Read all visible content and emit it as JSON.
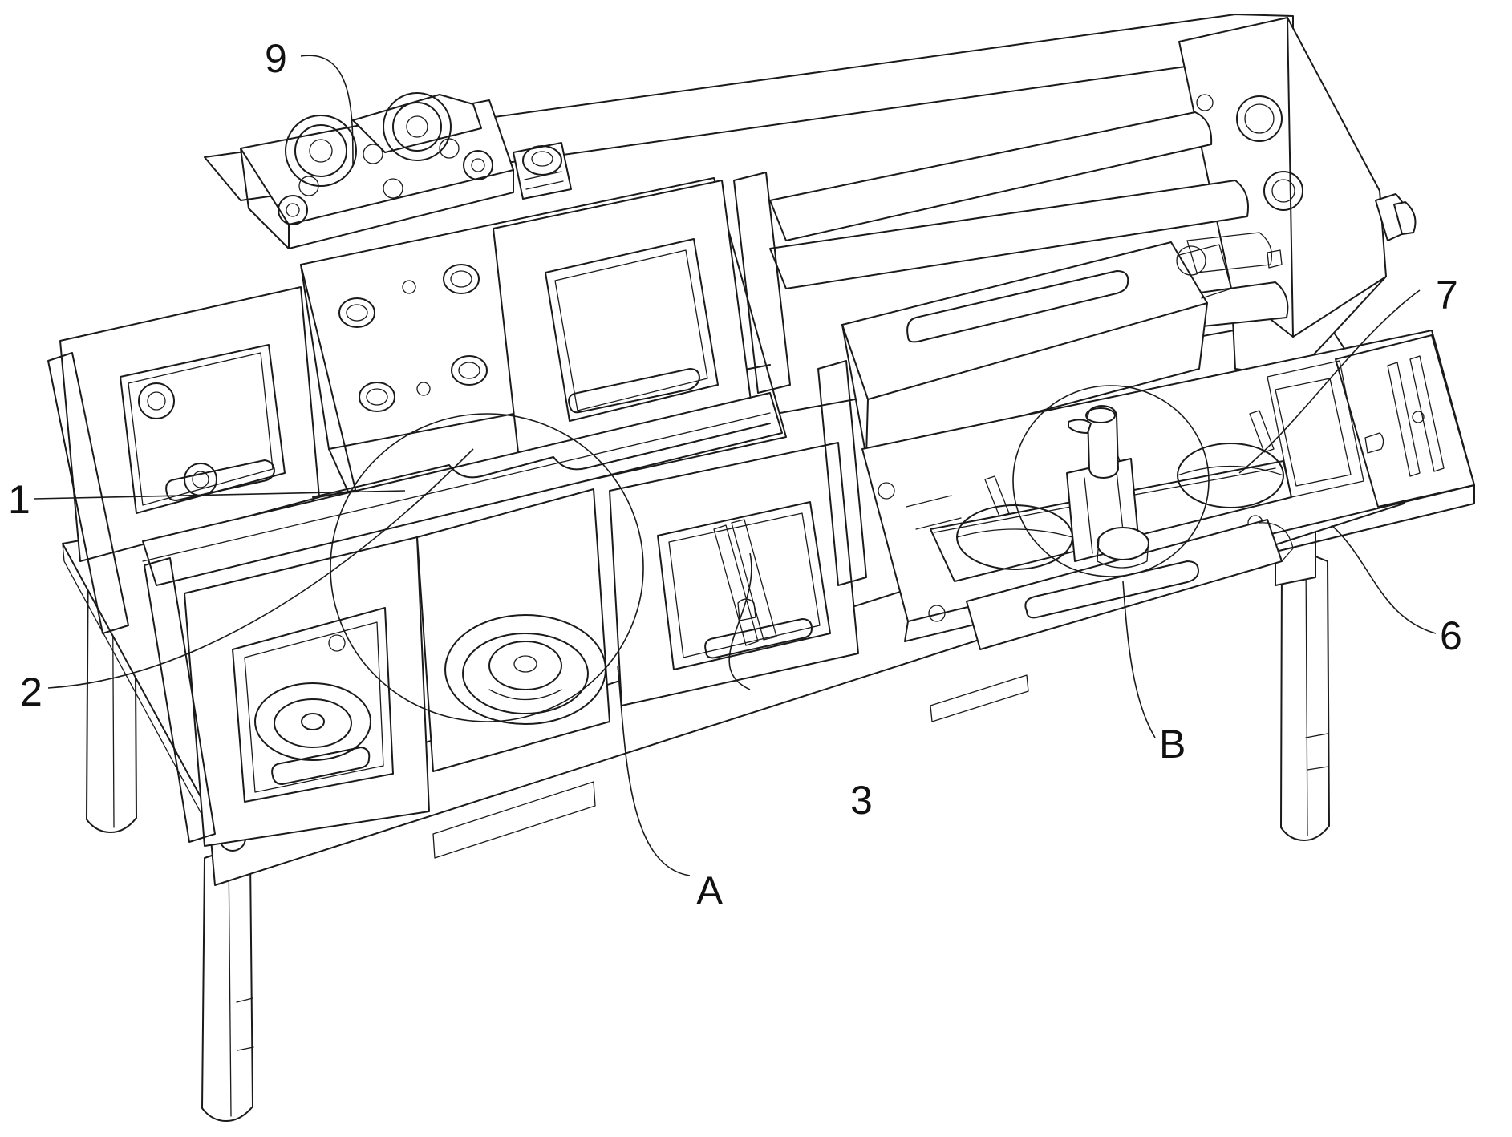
{
  "figure": {
    "callouts": [
      {
        "id": "c1",
        "text": "1"
      },
      {
        "id": "c2",
        "text": "2"
      },
      {
        "id": "c3",
        "text": "3"
      },
      {
        "id": "c6",
        "text": "6"
      },
      {
        "id": "c7",
        "text": "7"
      },
      {
        "id": "c9",
        "text": "9"
      },
      {
        "id": "cA",
        "text": "A"
      },
      {
        "id": "cB",
        "text": "B"
      }
    ]
  }
}
